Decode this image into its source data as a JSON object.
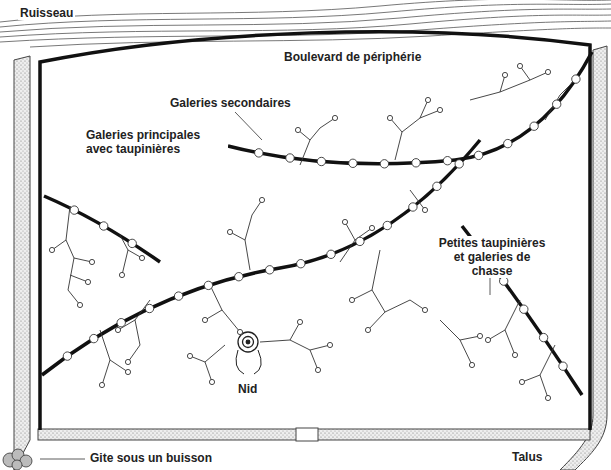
{
  "diagram": {
    "labels": [
      "Ruisseau",
      "Boulevard de périphérie",
      "Galeries secondaires",
      "Galeries principales avec taupinières",
      "Petites taupinières et galeries de chasse",
      "Nid",
      "Talus",
      "Gite sous un buisson"
    ]
  }
}
